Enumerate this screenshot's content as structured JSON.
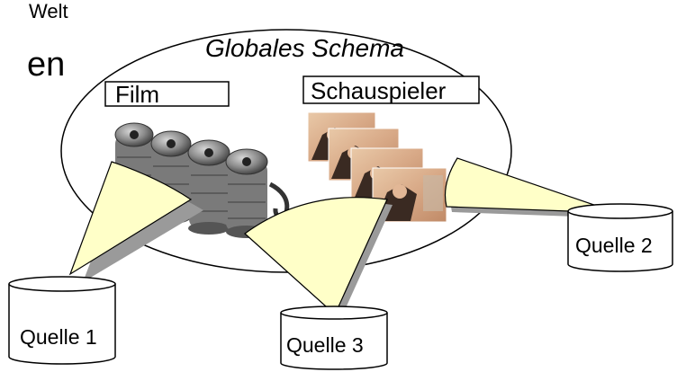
{
  "slide": {
    "fragment_top": "Welt",
    "fragment_left": "en"
  },
  "schema": {
    "title": "Globales Schema",
    "entities": [
      {
        "label": "Film"
      },
      {
        "label": "Schauspieler"
      }
    ]
  },
  "sources": [
    {
      "label": "Quelle 1"
    },
    {
      "label": "Quelle 2"
    },
    {
      "label": "Quelle 3"
    }
  ],
  "colors": {
    "cone_fill": "#FFFFC8",
    "cone_shadow": "#9A9A9A",
    "outline": "#000000",
    "background": "#FFFFFF"
  },
  "icons": {
    "film": "film-reels-icon",
    "actor": "actor-photos-icon",
    "database": "database-cylinder-icon"
  }
}
